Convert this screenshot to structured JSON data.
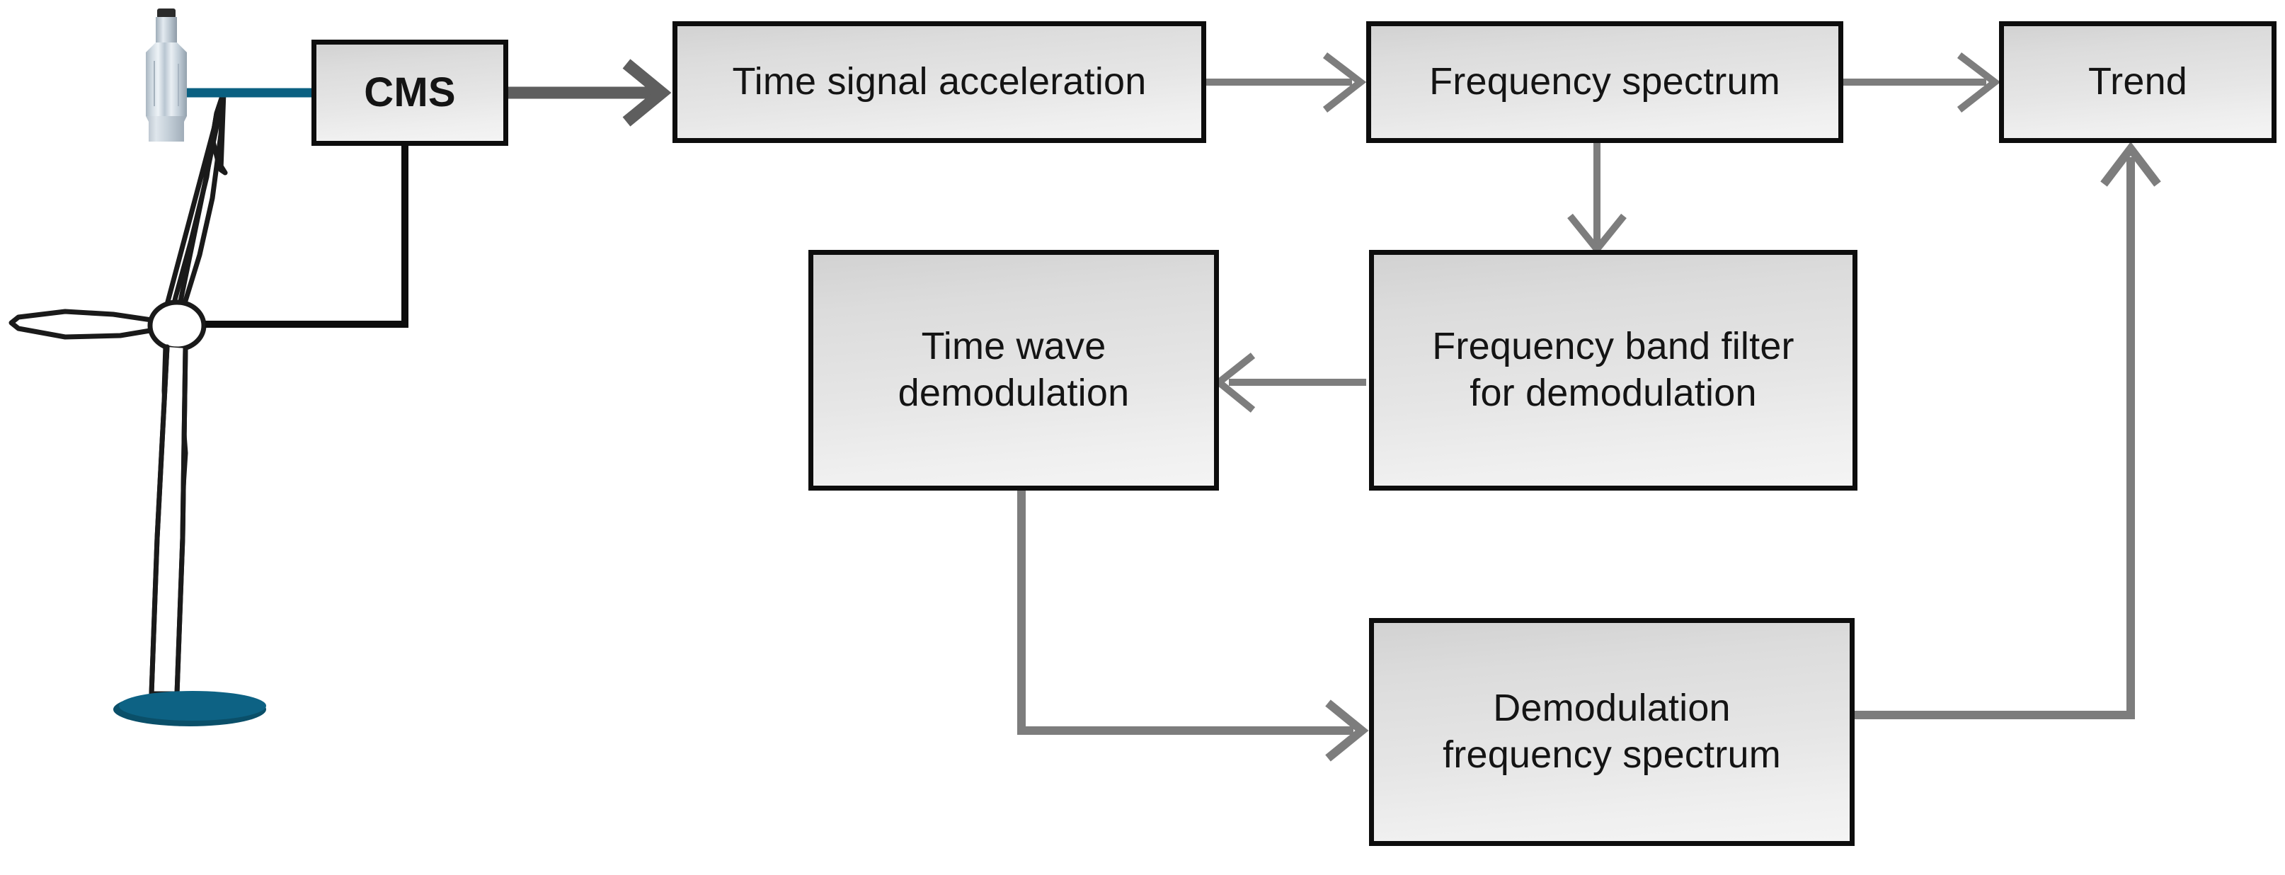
{
  "diagram": {
    "title": "CMS signal processing chain for wind turbine condition monitoring",
    "type": "flowchart",
    "colors": {
      "node_border": "#0d0d0d",
      "node_fill_light": "#f4f4f4",
      "node_fill_dark": "#d2d2d2",
      "connector_gray": "#808080",
      "connector_black": "#0d0d0d",
      "cable_teal": "#0a6081",
      "base_teal": "#0d6284",
      "turbine_outline": "#1a1a1a"
    },
    "icons": {
      "sensor": "accelerometer-sensor-icon",
      "turbine": "wind-turbine-icon"
    },
    "nodes": [
      {
        "id": "cms",
        "label": "CMS",
        "bold": true
      },
      {
        "id": "time_signal",
        "label": "Time signal acceleration",
        "bold": false
      },
      {
        "id": "freq_spectrum",
        "label": "Frequency spectrum",
        "bold": false
      },
      {
        "id": "trend",
        "label": "Trend",
        "bold": false
      },
      {
        "id": "time_wave",
        "line1": "Time wave",
        "line2": "demodulation",
        "bold": false
      },
      {
        "id": "band_filter",
        "line1": "Frequency band filter",
        "line2": "for demodulation",
        "bold": false
      },
      {
        "id": "demod_spectrum",
        "line1": "Demodulation",
        "line2": "frequency spectrum",
        "bold": false
      }
    ],
    "edges": [
      {
        "id": "sensor-to-cms",
        "from": "sensor",
        "to": "cms",
        "style": "teal-cable",
        "arrow": "none"
      },
      {
        "id": "cms-to-turbine",
        "from": "cms",
        "to": "turbine",
        "style": "black-elbow",
        "arrow": "none"
      },
      {
        "id": "cms-to-time-signal",
        "from": "cms",
        "to": "time_signal",
        "style": "gray-thick",
        "arrow": "open-chevron"
      },
      {
        "id": "time-signal-to-freq",
        "from": "time_signal",
        "to": "freq_spectrum",
        "style": "gray",
        "arrow": "open-chevron"
      },
      {
        "id": "freq-to-trend",
        "from": "freq_spectrum",
        "to": "trend",
        "style": "gray",
        "arrow": "open-chevron"
      },
      {
        "id": "freq-to-band-filter",
        "from": "freq_spectrum",
        "to": "band_filter",
        "style": "gray",
        "arrow": "open-chevron"
      },
      {
        "id": "band-filter-to-time-wave",
        "from": "band_filter",
        "to": "time_wave",
        "style": "gray",
        "arrow": "open-chevron"
      },
      {
        "id": "time-wave-to-demod",
        "from": "time_wave",
        "to": "demod_spectrum",
        "style": "gray-elbow",
        "arrow": "open-chevron"
      },
      {
        "id": "demod-to-trend",
        "from": "demod_spectrum",
        "to": "trend",
        "style": "gray-elbow",
        "arrow": "open-chevron"
      }
    ]
  }
}
